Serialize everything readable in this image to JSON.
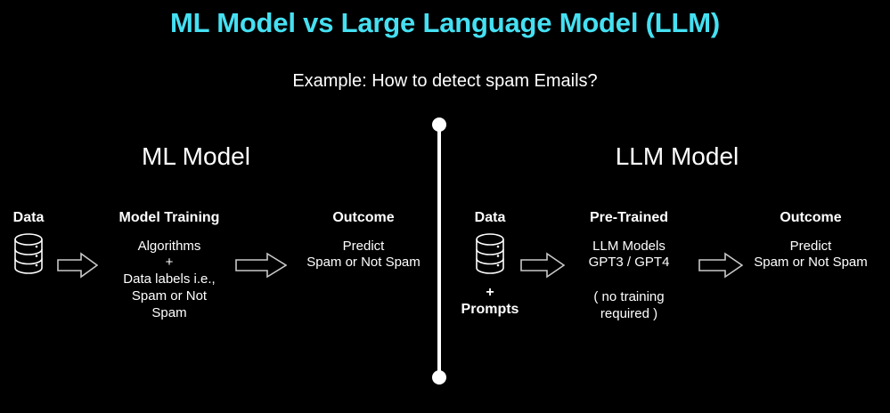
{
  "slide": {
    "background_color": "#000000",
    "title": "ML Model vs Large Language Model (LLM)",
    "title_color": "#45e0f2",
    "subtitle": "Example: How to detect spam Emails?",
    "text_color": "#ffffff"
  },
  "divider": {
    "name": "vertical-divider",
    "color": "#ffffff"
  },
  "panels": {
    "left": {
      "heading": "ML Model",
      "stages": [
        {
          "id": "data",
          "title": "Data",
          "icon": "database-icon",
          "body": "",
          "body2": ""
        },
        {
          "id": "model-training",
          "title": "Model Training",
          "body": "Algorithms\n+\nData labels i.e.,\nSpam or Not\nSpam",
          "lines": [
            "Algorithms",
            "+",
            "Data labels i.e.,",
            "Spam or Not",
            "Spam"
          ]
        },
        {
          "id": "outcome",
          "title": "Outcome",
          "lines": [
            "Predict",
            "Spam or Not Spam"
          ]
        }
      ]
    },
    "right": {
      "heading": "LLM Model",
      "stages": [
        {
          "id": "data",
          "title": "Data",
          "icon": "database-icon",
          "plus": "+",
          "prompts": "Prompts"
        },
        {
          "id": "pre-trained",
          "title": "Pre-Trained",
          "lines": [
            "LLM Models",
            "GPT3 / GPT4"
          ],
          "lines2": [
            "( no training",
            "required )"
          ]
        },
        {
          "id": "outcome",
          "title": "Outcome",
          "lines": [
            "Predict",
            "Spam or Not Spam"
          ]
        }
      ]
    }
  },
  "icons": {
    "database": "database-icon",
    "arrow_right": "arrow-right-icon"
  }
}
